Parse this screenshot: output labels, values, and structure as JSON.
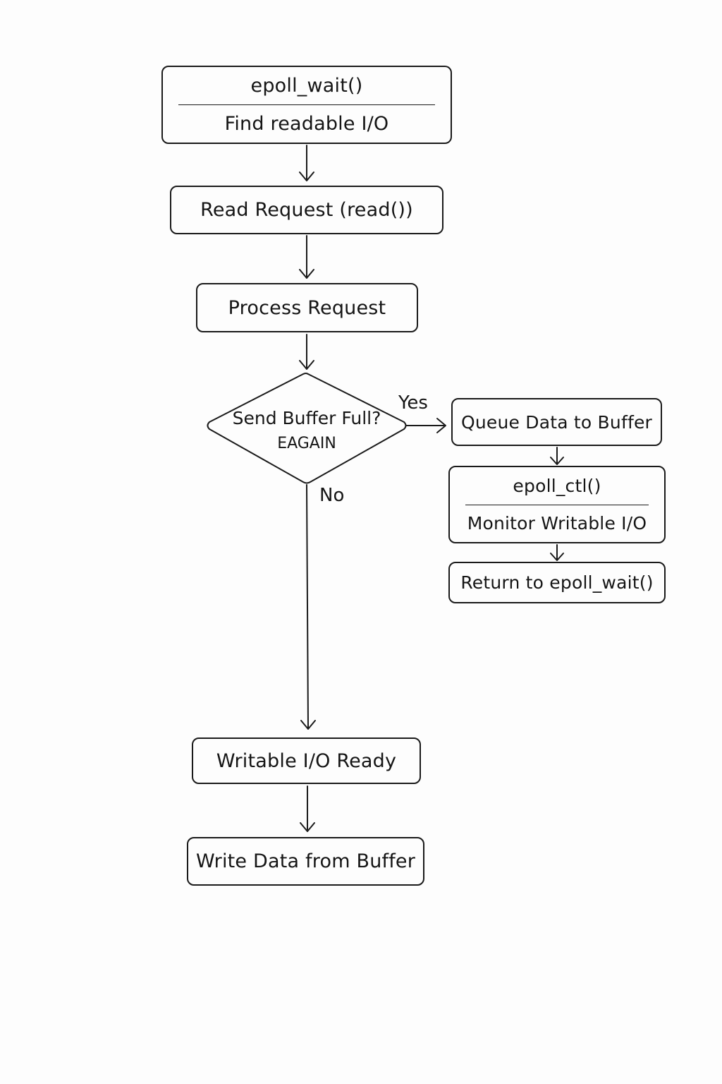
{
  "nodes": {
    "epoll_wait": {
      "title": "epoll_wait()",
      "subtitle": "Find readable I/O"
    },
    "read_request": {
      "label": "Read Request (read())"
    },
    "process_request": {
      "label": "Process Request"
    },
    "decision": {
      "question": "Send Buffer Full?",
      "detail": "EAGAIN"
    },
    "queue_data": {
      "label": "Queue Data to Buffer"
    },
    "epoll_ctl": {
      "title": "epoll_ctl()",
      "subtitle": "Monitor Writable I/O"
    },
    "return_wait": {
      "label": "Return to epoll_wait()"
    },
    "writable_ready": {
      "label": "Writable I/O Ready"
    },
    "write_data": {
      "label": "Write Data from Buffer"
    }
  },
  "edge_labels": {
    "yes": "Yes",
    "no": "No"
  }
}
